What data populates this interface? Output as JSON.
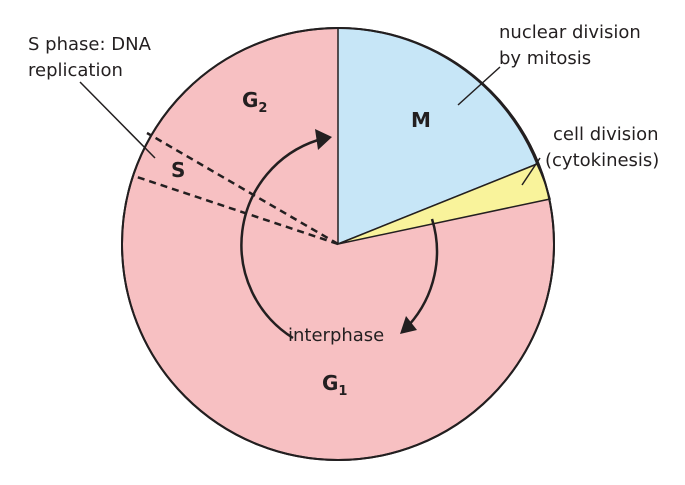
{
  "diagram": {
    "phases": {
      "g2": {
        "letter": "G",
        "subscript": "2"
      },
      "s": {
        "label": "S"
      },
      "m": {
        "label": "M"
      },
      "g1": {
        "letter": "G",
        "subscript": "1"
      },
      "interphase": {
        "label": "interphase"
      }
    },
    "callouts": {
      "s_phase": {
        "line1": "S phase: DNA",
        "line2": "replication"
      },
      "mitosis": {
        "line1": "nuclear division",
        "line2": "by mitosis"
      },
      "cytokinesis": {
        "line1": "cell division",
        "line2": "(cytokinesis)"
      }
    },
    "colors": {
      "interphase_fill": "#f7c0c2",
      "mitosis_fill": "#c7e6f7",
      "cytokinesis_fill": "#f9f39b",
      "outline": "#231f20"
    }
  }
}
